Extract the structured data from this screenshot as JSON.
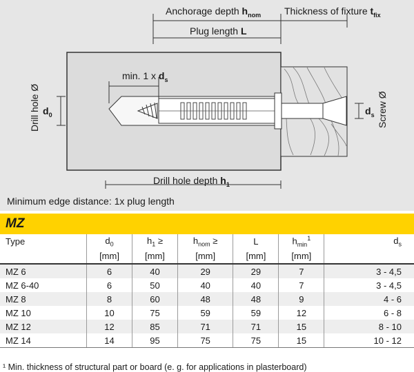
{
  "diagram": {
    "anchorage_label": "Anchorage depth",
    "anchorage_sym": "h",
    "anchorage_sub": "nom",
    "fixture_label": "Thickness of fixture",
    "fixture_sym": "t",
    "fixture_sub": "fix",
    "plug_length_label": "Plug length",
    "plug_length_sym": "L",
    "min_label": "min. 1 x",
    "min_sym": "d",
    "min_sub": "s",
    "drill_hole_label": "Drill hole Ø",
    "d0_sym": "d",
    "d0_sub": "0",
    "ds_sym": "d",
    "ds_sub": "s",
    "screw_label": "Screw Ø",
    "depth_label": "Drill hole depth",
    "depth_sym": "h",
    "depth_sub": "1",
    "edge_note": "Minimum edge distance: 1x plug length"
  },
  "table": {
    "title": "MZ",
    "headers": [
      "Type",
      "d0",
      "h1 ≥",
      "hnom ≥",
      "L",
      "hmin1",
      "ds"
    ],
    "units": [
      "",
      "[mm]",
      "[mm]",
      "[mm]",
      "[mm]",
      "[mm]",
      ""
    ],
    "rows": [
      [
        "MZ 6",
        "6",
        "40",
        "29",
        "29",
        "7",
        "3 - 4,5"
      ],
      [
        "MZ 6-40",
        "6",
        "50",
        "40",
        "40",
        "7",
        "3 - 4,5"
      ],
      [
        "MZ 8",
        "8",
        "60",
        "48",
        "48",
        "9",
        "4 - 6"
      ],
      [
        "MZ 10",
        "10",
        "75",
        "59",
        "59",
        "12",
        "6 - 8"
      ],
      [
        "MZ 12",
        "12",
        "85",
        "71",
        "71",
        "15",
        "8 - 10"
      ],
      [
        "MZ 14",
        "14",
        "95",
        "75",
        "75",
        "15",
        "10 - 12"
      ]
    ],
    "footnote": "¹ Min. thickness of structural part or board (e. g. for applications in plasterboard)"
  },
  "colors": {
    "accent": "#ffd200",
    "panel": "#e6e6e6",
    "wall": "#dcdcdc",
    "wood": "#e2e2e2"
  }
}
